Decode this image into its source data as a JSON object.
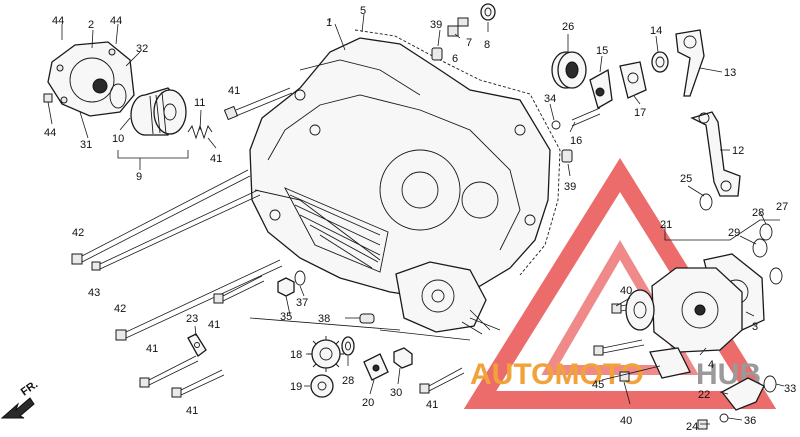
{
  "colors": {
    "line": "#1a1a1a",
    "watermark_red": "#e63a3a",
    "watermark_orange": "#f2a23a",
    "watermark_gray": "#9a9a9a"
  },
  "direction_marker": "FR.",
  "watermark": {
    "text_orange": "AUTOMOTO",
    "text_gray": "HUB"
  },
  "callouts": {
    "c1": "1",
    "c2": "2",
    "c3": "3",
    "c4": "4",
    "c5": "5",
    "c6": "6",
    "c7": "7",
    "c8": "8",
    "c9": "9",
    "c10": "10",
    "c11": "11",
    "c12": "12",
    "c13": "13",
    "c14": "14",
    "c15": "15",
    "c16": "16",
    "c17": "17",
    "c18": "18",
    "c19": "19",
    "c20": "20",
    "c21": "21",
    "c22": "22",
    "c23": "23",
    "c24": "24",
    "c25": "25",
    "c26": "26",
    "c27": "27",
    "c28a": "28",
    "c28b": "28",
    "c29": "29",
    "c30": "30",
    "c31": "31",
    "c32": "32",
    "c33": "33",
    "c34": "34",
    "c35": "35",
    "c36": "36",
    "c37": "37",
    "c38": "38",
    "c39a": "39",
    "c39b": "39",
    "c40a": "40",
    "c40b": "40",
    "c41a": "41",
    "c41b": "41",
    "c41c": "41",
    "c41d": "41",
    "c41e": "41",
    "c41f": "41",
    "c42a": "42",
    "c42b": "42",
    "c43": "43",
    "c44a": "44",
    "c44b": "44",
    "c44c": "44",
    "c45": "45"
  }
}
